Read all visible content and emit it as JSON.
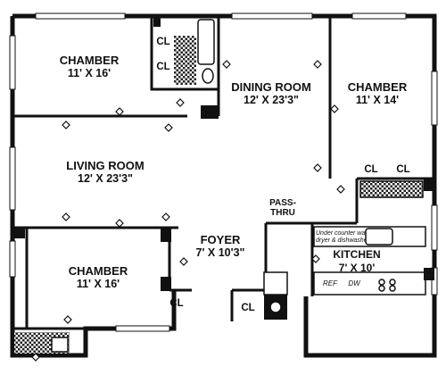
{
  "rooms": {
    "chamber_top_left": {
      "name": "CHAMBER",
      "size": "11' X 16'"
    },
    "dining_room": {
      "name": "DINING ROOM",
      "size": "12' X 23'3\""
    },
    "chamber_top_right": {
      "name": "CHAMBER",
      "size": "11' X 14'"
    },
    "living_room": {
      "name": "LIVING ROOM",
      "size": "12' X 23'3\""
    },
    "foyer": {
      "name": "FOYER",
      "size": "7' X 10'3\""
    },
    "chamber_bottom_left": {
      "name": "CHAMBER",
      "size": "11' X 16'"
    },
    "kitchen": {
      "name": "KITCHEN",
      "size": "7' X 10'"
    }
  },
  "closets": {
    "cl_top_1": "CL",
    "cl_top_2": "CL",
    "cl_right_1": "CL",
    "cl_right_2": "CL",
    "cl_bottom_1": "CL",
    "cl_bottom_2": "CL"
  },
  "pass_thru": {
    "line1": "PASS-",
    "line2": "THRU"
  },
  "kitchen_note": {
    "line1": "Under counter washer",
    "line2": "dryer & dishwasher"
  },
  "appliances": {
    "ref": "REF",
    "dw": "DW"
  }
}
